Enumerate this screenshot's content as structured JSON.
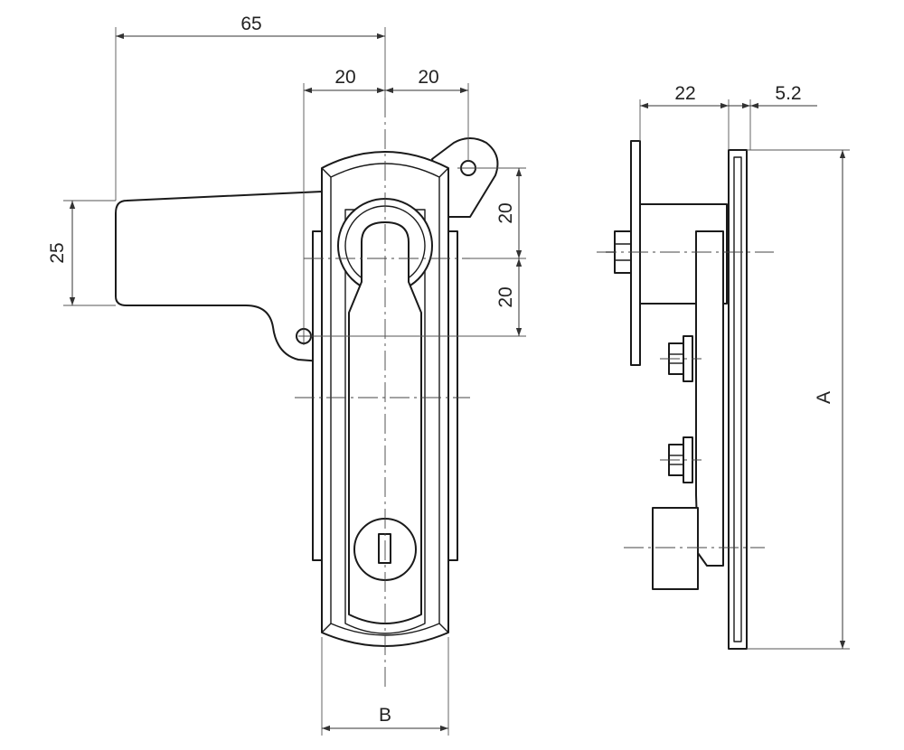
{
  "labels": {
    "top_overall": "65",
    "top_left_half": "20",
    "top_right_half": "20",
    "handle_height": "25",
    "vertical_upper": "20",
    "vertical_lower": "20",
    "width_b": "B",
    "side_depth": "22",
    "side_thickness": "5.2",
    "height_a": "A"
  }
}
